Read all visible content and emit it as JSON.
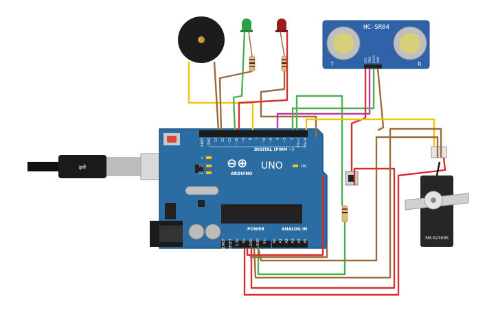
{
  "board": {
    "brand_top": "ARDUINO",
    "model": "UNO",
    "logo_symbol": "⊖⊕",
    "digital_label": "DIGITAL (PWM ~)",
    "power_label": "POWER",
    "analog_label": "ANALOG IN",
    "on_label": "ON",
    "tx_label": "TX",
    "rx_label": "RX",
    "l_label": "L",
    "digital_pins": [
      "AREF",
      "GND",
      "13",
      "12",
      "~11",
      "~10",
      "~9",
      "8",
      "7",
      "~6",
      "~5",
      "4",
      "~3",
      "2",
      "TX→1",
      "RX←0"
    ],
    "power_pins": [
      "IOREF",
      "RESET",
      "3.3V",
      "5V",
      "GND",
      "GND",
      "Vin"
    ],
    "analog_pins": [
      "A0",
      "A1",
      "A2",
      "A3",
      "A4",
      "A5"
    ]
  },
  "sensor": {
    "label": "HC-SR04",
    "left_mark": "T",
    "right_mark": "R",
    "pins": [
      "VCC",
      "TRIG",
      "ECHO",
      "GND"
    ]
  },
  "servo": {
    "label": "SM-S2309S"
  },
  "colors": {
    "board": "#2b6ca3",
    "board_dark": "#1f5685",
    "wire_red": "#d32f2f",
    "wire_brown": "#9b6b3a",
    "wire_yellow": "#f2c40f",
    "wire_green": "#4caf50",
    "wire_magenta": "#c2389e",
    "led_green": "#2ea043",
    "led_red": "#9b1c1c",
    "sensor_blue": "#2f62a8"
  }
}
